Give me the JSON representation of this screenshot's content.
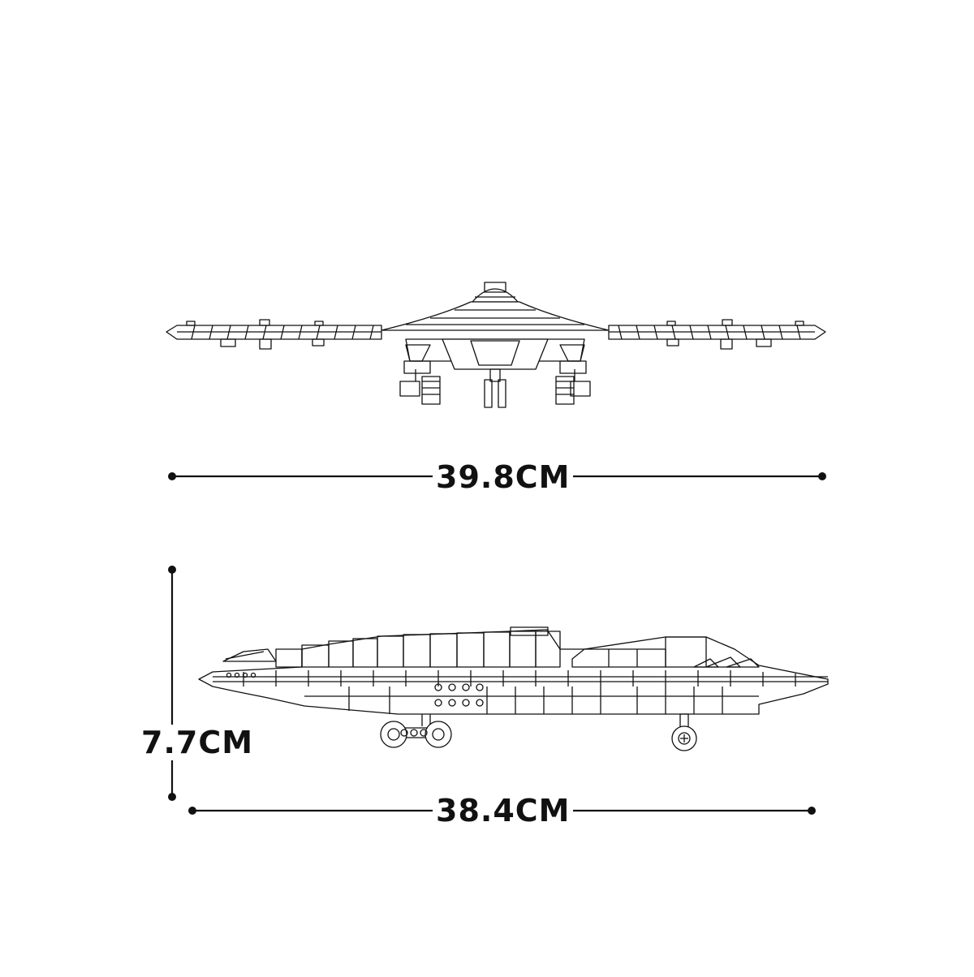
{
  "dimensions": {
    "width": "39.8CM",
    "length": "38.4CM",
    "height": "7.7CM"
  },
  "colors": {
    "line": "#111111",
    "background": "#ffffff"
  }
}
